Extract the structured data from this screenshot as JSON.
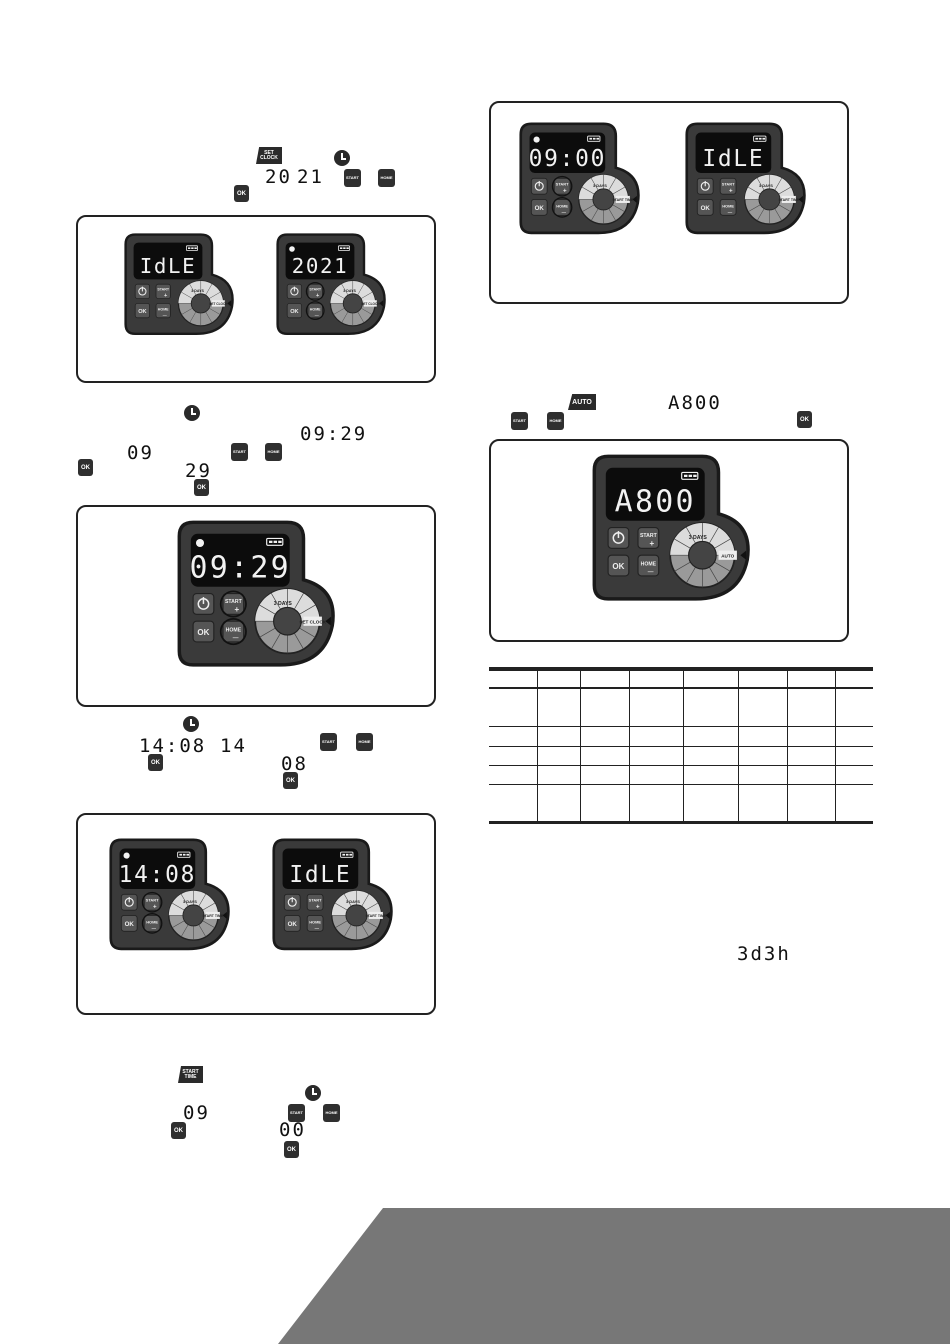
{
  "colors": {
    "device_body": "#3a3a3a",
    "device_outline": "#1a1a1a",
    "lcd_bg": "#0c0c0c",
    "lcd_text": "#f2f2f2",
    "dial_light": "#dcdcdc",
    "dial_mid": "#9a9a9a",
    "footer_grey": "#777777"
  },
  "icons": [
    "clock-icon",
    "battery-icon",
    "power-icon",
    "ok-button",
    "start-plus-button",
    "home-minus-button",
    "mode-dial",
    "auto-tag",
    "set-clock-tag",
    "start-time-tag"
  ],
  "inline": {
    "step1_digits_a": "20",
    "step1_digits_b": "21",
    "step2_time": "09:29",
    "step2_hours": "09",
    "step2_minutes": "29",
    "step3_time": "14:08",
    "step3_hours": "14",
    "step3_minutes": "08",
    "step4_hours": "09",
    "step4_minutes": "00",
    "auto_code": "A800",
    "days_code": "3d3h"
  },
  "buttons": {
    "ok": "OK",
    "start": "START",
    "plus": "+",
    "home": "HOME",
    "minus": "—"
  },
  "tags": {
    "set_clock": "SET CLOCK",
    "start_time": "START TIME",
    "auto": "AUTO"
  },
  "dial": {
    "days": "3 DAYS",
    "start_time": "START TIME",
    "set_clock": "SET CLOCK",
    "auto": "AUTO"
  },
  "displays": {
    "fig1_left": "IdLE",
    "fig1_right": "2021",
    "fig2": "09:29",
    "fig3_left": "14:08",
    "fig3_right": "IdLE",
    "fig4_left": "09:00",
    "fig4_right": "IdLE",
    "fig5": "A800"
  },
  "table": {
    "rows": 6,
    "cols": 8
  }
}
